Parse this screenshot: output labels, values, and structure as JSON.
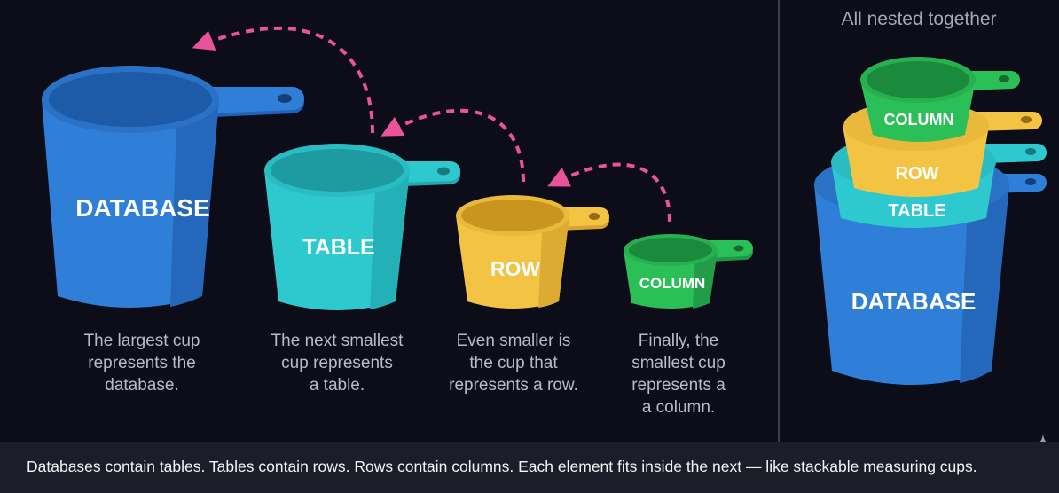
{
  "colors": {
    "background": "#0d0d1a",
    "database": "#2f7fd9",
    "table": "#2ec9cf",
    "row": "#f3c443",
    "column": "#2bbf58",
    "arrow": "#e8539a",
    "divider": "#3a3d4a"
  },
  "cups": {
    "database": {
      "label": "DATABASE"
    },
    "table": {
      "label": "TABLE"
    },
    "row": {
      "label": "ROW"
    },
    "column": {
      "label": "COLUMN"
    }
  },
  "captions": {
    "database": [
      "The largest cup",
      "represents the",
      "database."
    ],
    "table": [
      "The next smallest",
      "cup represents",
      "a table."
    ],
    "row": [
      "Even smaller is",
      "the cup that",
      "represents a row."
    ],
    "column": [
      "Finally, the",
      "smallest cup",
      "represents a",
      "a column."
    ]
  },
  "nested": {
    "title": "All nested together",
    "labels": {
      "column": "COLUMN",
      "row": "ROW",
      "table": "TABLE",
      "database": "DATABASE"
    }
  },
  "footer": {
    "text": "Databases contain tables. Tables contain rows. Rows contain columns. Each element fits inside the next — like stackable measuring cups."
  },
  "icons": [
    "sparkle-icon"
  ]
}
